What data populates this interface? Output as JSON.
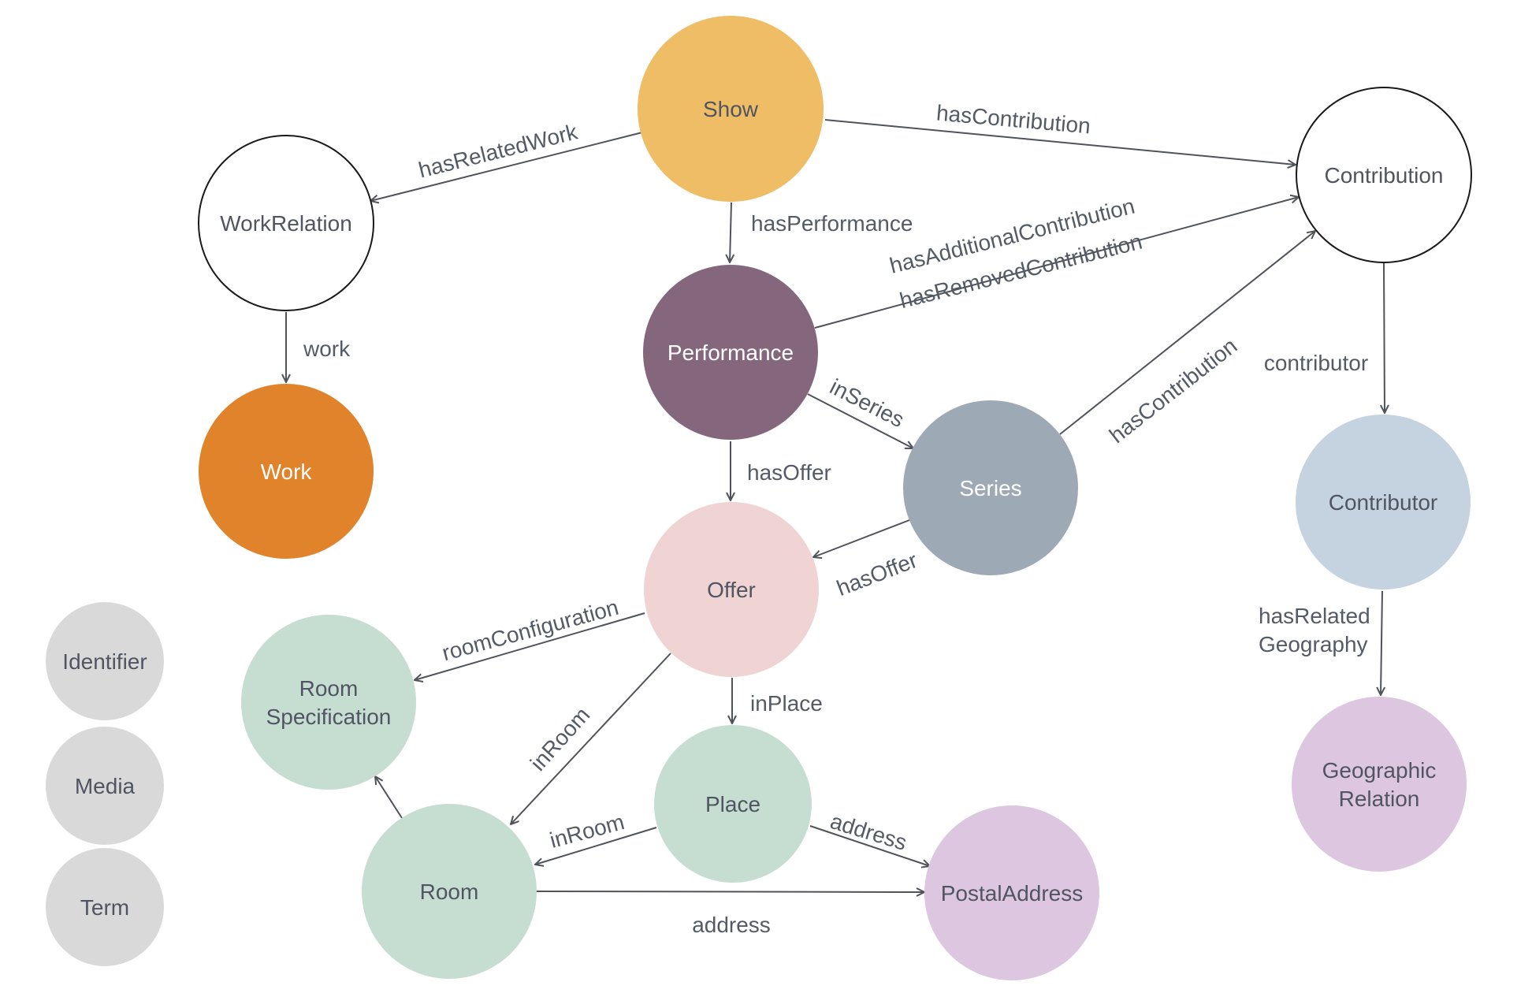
{
  "nodes": {
    "show": {
      "lines": [
        "Show"
      ],
      "fill": "#EEBD65",
      "stroke": "none",
      "text": "#505561"
    },
    "work_relation": {
      "lines": [
        "WorkRelation"
      ],
      "fill": "#FFFFFF",
      "stroke": "#1a1a1a",
      "text": "#505561"
    },
    "work": {
      "lines": [
        "Work"
      ],
      "fill": "#E1832A",
      "stroke": "none",
      "text": "#FFFFFF"
    },
    "performance": {
      "lines": [
        "Performance"
      ],
      "fill": "#84677C",
      "stroke": "none",
      "text": "#FFFFFF"
    },
    "contribution": {
      "lines": [
        "Contribution"
      ],
      "fill": "#FFFFFF",
      "stroke": "#1a1a1a",
      "text": "#505561"
    },
    "series": {
      "lines": [
        "Series"
      ],
      "fill": "#9EA9B6",
      "stroke": "none",
      "text": "#FFFFFF"
    },
    "offer": {
      "lines": [
        "Offer"
      ],
      "fill": "#F0D3D3",
      "stroke": "none",
      "text": "#505561"
    },
    "contributor": {
      "lines": [
        "Contributor"
      ],
      "fill": "#C5D2DF",
      "stroke": "none",
      "text": "#505561"
    },
    "room_specification": {
      "lines": [
        "Room",
        "Specification"
      ],
      "fill": "#C6DDD1",
      "stroke": "none",
      "text": "#505561"
    },
    "place": {
      "lines": [
        "Place"
      ],
      "fill": "#C6DDD1",
      "stroke": "none",
      "text": "#505561"
    },
    "room": {
      "lines": [
        "Room"
      ],
      "fill": "#C6DDD1",
      "stroke": "none",
      "text": "#505561"
    },
    "postal_address": {
      "lines": [
        "PostalAddress"
      ],
      "fill": "#DCC6E0",
      "stroke": "none",
      "text": "#505561"
    },
    "geographic_relation": {
      "lines": [
        "Geographic",
        "Relation"
      ],
      "fill": "#DCC6E0",
      "stroke": "none",
      "text": "#505561"
    },
    "identifier": {
      "lines": [
        "Identifier"
      ],
      "fill": "#D9D9D9",
      "stroke": "none",
      "text": "#505561"
    },
    "media": {
      "lines": [
        "Media"
      ],
      "fill": "#D9D9D9",
      "stroke": "none",
      "text": "#505561"
    },
    "term": {
      "lines": [
        "Term"
      ],
      "fill": "#D9D9D9",
      "stroke": "none",
      "text": "#505561"
    }
  },
  "edges": [
    {
      "id": "show-workrelation",
      "from": "show",
      "to": "work_relation",
      "lines": [
        "hasRelatedWork"
      ]
    },
    {
      "id": "show-contribution",
      "from": "show",
      "to": "contribution",
      "lines": [
        "hasContribution"
      ]
    },
    {
      "id": "show-performance",
      "from": "show",
      "to": "performance",
      "lines": [
        "hasPerformance"
      ]
    },
    {
      "id": "workrelation-work",
      "from": "work_relation",
      "to": "work",
      "lines": [
        "work"
      ]
    },
    {
      "id": "performance-contribution",
      "from": "performance",
      "to": "contribution",
      "lines": [
        "hasAdditionalContribution",
        "hasRemovedContribution"
      ]
    },
    {
      "id": "performance-series",
      "from": "performance",
      "to": "series",
      "lines": [
        "inSeries"
      ]
    },
    {
      "id": "performance-offer",
      "from": "performance",
      "to": "offer",
      "lines": [
        "hasOffer"
      ]
    },
    {
      "id": "series-contribution",
      "from": "series",
      "to": "contribution",
      "lines": [
        "hasContribution"
      ]
    },
    {
      "id": "series-offer",
      "from": "series",
      "to": "offer",
      "lines": [
        "hasOffer"
      ]
    },
    {
      "id": "contribution-contributor",
      "from": "contribution",
      "to": "contributor",
      "lines": [
        "contributor"
      ]
    },
    {
      "id": "contributor-geographic",
      "from": "contributor",
      "to": "geographic_relation",
      "lines": [
        "hasRelated",
        "Geography"
      ]
    },
    {
      "id": "offer-roomspec",
      "from": "offer",
      "to": "room_specification",
      "lines": [
        "roomConfiguration"
      ]
    },
    {
      "id": "offer-room",
      "from": "offer",
      "to": "room",
      "lines": [
        "inRoom"
      ]
    },
    {
      "id": "offer-place",
      "from": "offer",
      "to": "place",
      "lines": [
        "inPlace"
      ]
    },
    {
      "id": "place-room",
      "from": "place",
      "to": "room",
      "lines": [
        "inRoom"
      ]
    },
    {
      "id": "place-postaladdress",
      "from": "place",
      "to": "postal_address",
      "lines": [
        "address"
      ]
    },
    {
      "id": "room-postaladdress",
      "from": "room",
      "to": "postal_address",
      "lines": [
        "address"
      ]
    },
    {
      "id": "room-roomspec",
      "from": "room",
      "to": "room_specification",
      "lines": []
    }
  ]
}
